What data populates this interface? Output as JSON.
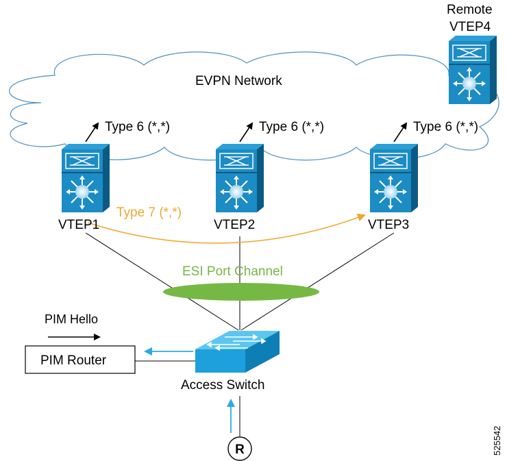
{
  "cloud_label": "EVPN Network",
  "remote": {
    "line1": "Remote",
    "line2": "VTEP4"
  },
  "vteps": [
    {
      "name": "VTEP1",
      "route": "Type 6 (*,*)"
    },
    {
      "name": "VTEP2",
      "route": "Type 6 (*,*)"
    },
    {
      "name": "VTEP3",
      "route": "Type 6 (*,*)"
    }
  ],
  "type7_label": "Type 7 (*,*)",
  "esi_label": "ESI Port Channel",
  "pim_hello_label": "PIM Hello",
  "pim_router_label": "PIM Router",
  "access_switch_label": "Access Switch",
  "receiver_label": "R",
  "figure_id": "525542",
  "colors": {
    "device_blue": "#1c8cc4",
    "device_dark": "#0a5a84",
    "type7_orange": "#f0a830",
    "esi_green": "#76b844",
    "arrow_cyan": "#29abe2",
    "cloud_stroke": "#4a8fc2"
  }
}
